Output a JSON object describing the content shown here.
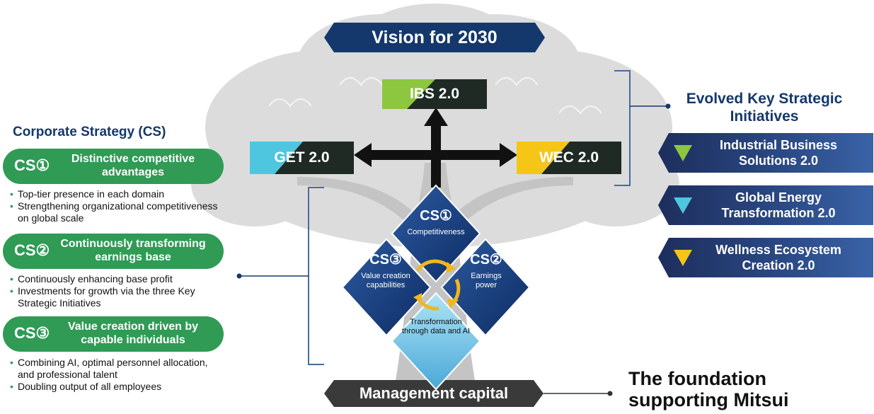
{
  "vision": {
    "title": "Vision for 2030"
  },
  "initiatives": {
    "ibs": "IBS 2.0",
    "get": "GET 2.0",
    "wec": "WEC 2.0"
  },
  "corporate_strategy": {
    "title": "Corporate Strategy (CS)",
    "items": [
      {
        "num": "CS①",
        "label": "Distinctive competitive advantages",
        "bullets": [
          "Top-tier presence in each domain",
          "Strengthening organizational competitiveness on global scale"
        ]
      },
      {
        "num": "CS②",
        "label": "Continuously transforming earnings base",
        "bullets": [
          "Continuously enhancing base profit",
          "Investments for growth via the three Key Strategic Initiatives"
        ]
      },
      {
        "num": "CS③",
        "label": "Value creation driven by capable individuals",
        "bullets": [
          "Combining AI, optimal personnel allocation, and professional talent",
          "Doubling output of all employees"
        ]
      }
    ]
  },
  "diamond": {
    "cs1": {
      "num": "CS①",
      "label": "Competitiveness"
    },
    "cs2": {
      "num": "CS②",
      "label": "Earnings power"
    },
    "cs3": {
      "num": "CS③",
      "label": "Value creation capabilities"
    },
    "bottom": "Transformation through data and AI"
  },
  "key_initiatives": {
    "title": "Evolved Key Strategic Initiatives",
    "items": [
      {
        "label": "Industrial Business Solutions 2.0"
      },
      {
        "label": "Global Energy Transformation 2.0"
      },
      {
        "label": "Wellness Ecosystem Creation 2.0"
      }
    ]
  },
  "management_capital": "Management capital",
  "foundation": "The foundation supporting Mitsui",
  "colors": {
    "navy": "#14386b",
    "green": "#2f9b55",
    "ibs_green": "#8dc63f",
    "get_cyan": "#4ec6e0",
    "wec_yellow": "#f5c518",
    "dark": "#1f2a24",
    "tree_gray": "#c9c9c9",
    "gold": "#f2b61c"
  }
}
